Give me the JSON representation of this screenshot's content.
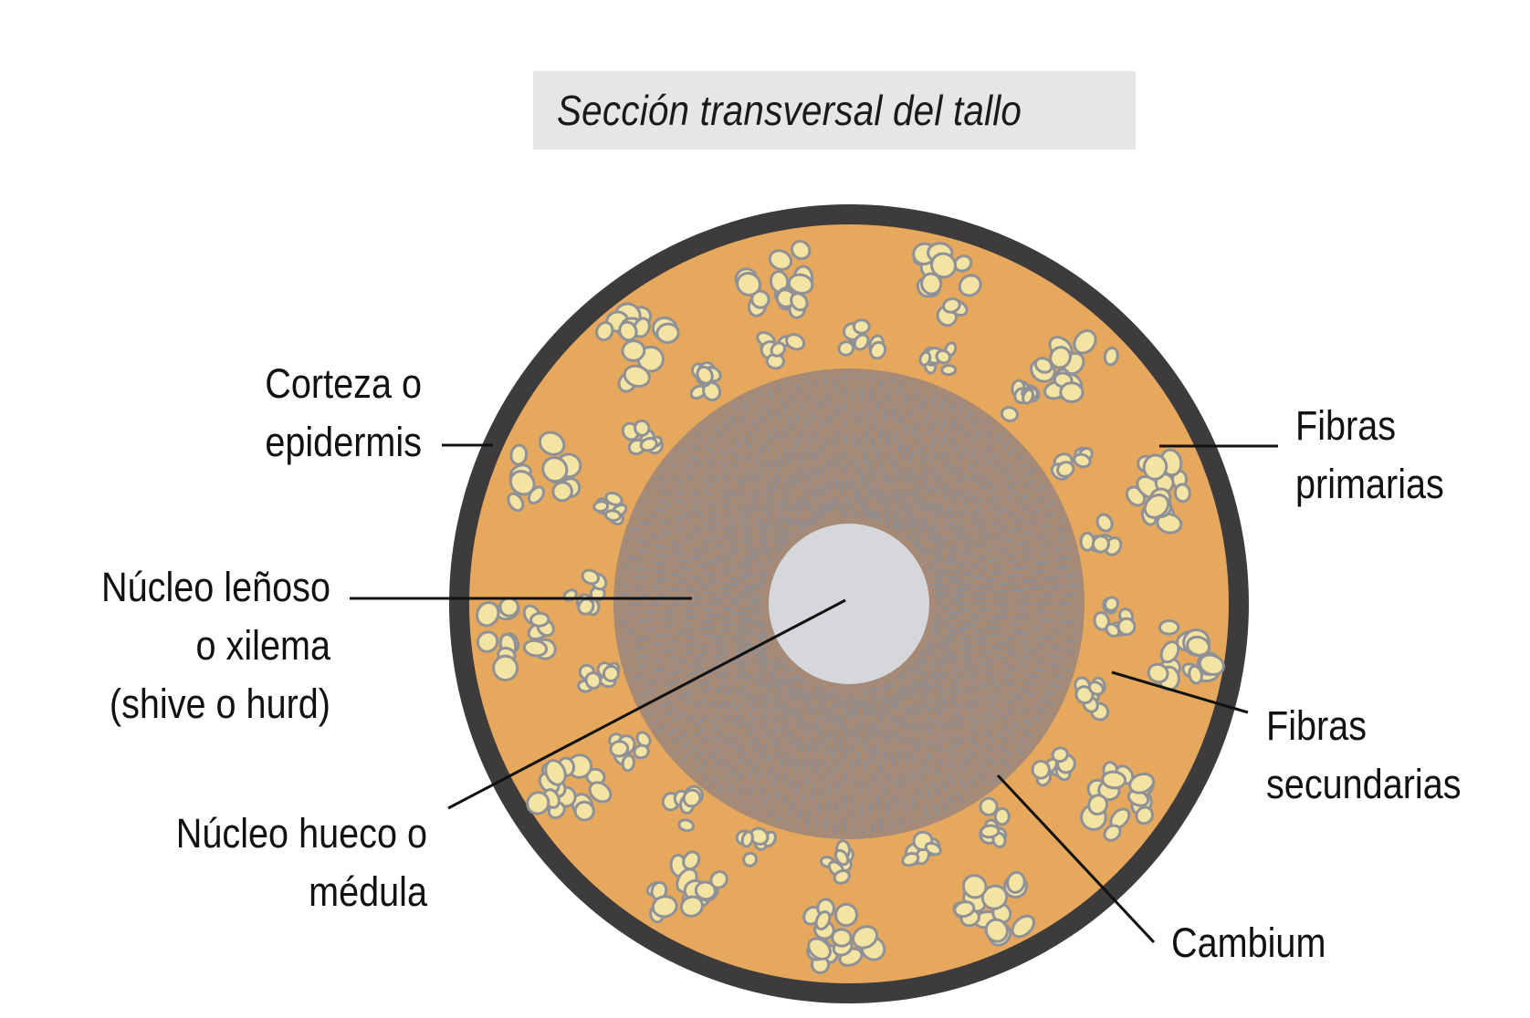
{
  "title": "Sección transversal del tallo",
  "labels": {
    "corteza": [
      "Corteza o",
      "epidermis"
    ],
    "nucleo_lenoso": [
      "Núcleo leñoso",
      "o xilema",
      "(shive o hurd)"
    ],
    "nucleo_hueco": [
      "Núcleo hueco o",
      "médula"
    ],
    "fibras_primarias": [
      "Fibras",
      "primarias"
    ],
    "fibras_secundarias": [
      "Fibras",
      "secundarias"
    ],
    "cambium": [
      "Cambium"
    ]
  },
  "colors": {
    "epidermis": "#3d3b3c",
    "cortex": "#e6a85c",
    "xylem": "#a48a77",
    "xylem_rays": "#8c8e96",
    "pith": "#d6d7da",
    "fiber_fill": "#f3e4a4",
    "fiber_outline": "#8f9196",
    "leader_line": "#111111",
    "title_background": "#e6e6e6"
  }
}
